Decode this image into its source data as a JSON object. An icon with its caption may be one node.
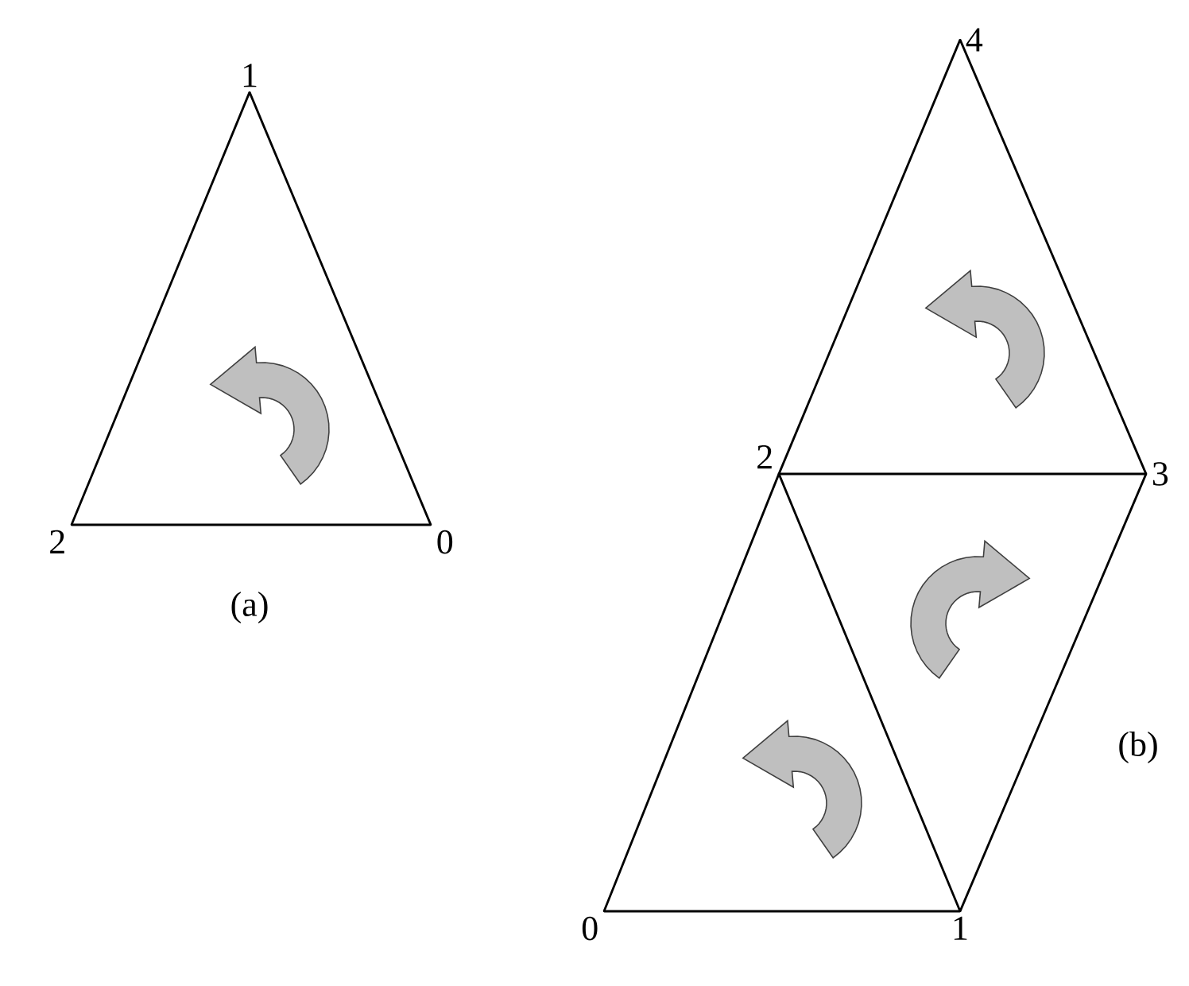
{
  "diagram": {
    "nodes": [
      {
        "text": [
          "1"
        ]
      },
      {
        "text": [
          "2"
        ]
      },
      {
        "text": [
          "0"
        ]
      },
      {
        "text": [
          "4"
        ]
      },
      {
        "text": [
          "2"
        ]
      },
      {
        "text": [
          "3"
        ]
      },
      {
        "text": [
          "0"
        ]
      },
      {
        "text": [
          "1"
        ]
      }
    ],
    "edges": [
      {
        "from": 0,
        "to": 1,
        "arrow": "none"
      },
      {
        "from": 1,
        "to": 2,
        "arrow": "none"
      },
      {
        "from": 2,
        "to": 0,
        "arrow": "none"
      },
      {
        "from": 3,
        "to": 4,
        "arrow": "none"
      },
      {
        "from": 3,
        "to": 5,
        "arrow": "none"
      },
      {
        "from": 4,
        "to": 5,
        "arrow": "none"
      },
      {
        "from": 4,
        "to": 6,
        "arrow": "none"
      },
      {
        "from": 4,
        "to": 7,
        "arrow": "none"
      },
      {
        "from": 5,
        "to": 7,
        "arrow": "none"
      },
      {
        "from": 6,
        "to": 7,
        "arrow": "none"
      }
    ],
    "labels": [
      "(a)",
      "(b)"
    ]
  }
}
